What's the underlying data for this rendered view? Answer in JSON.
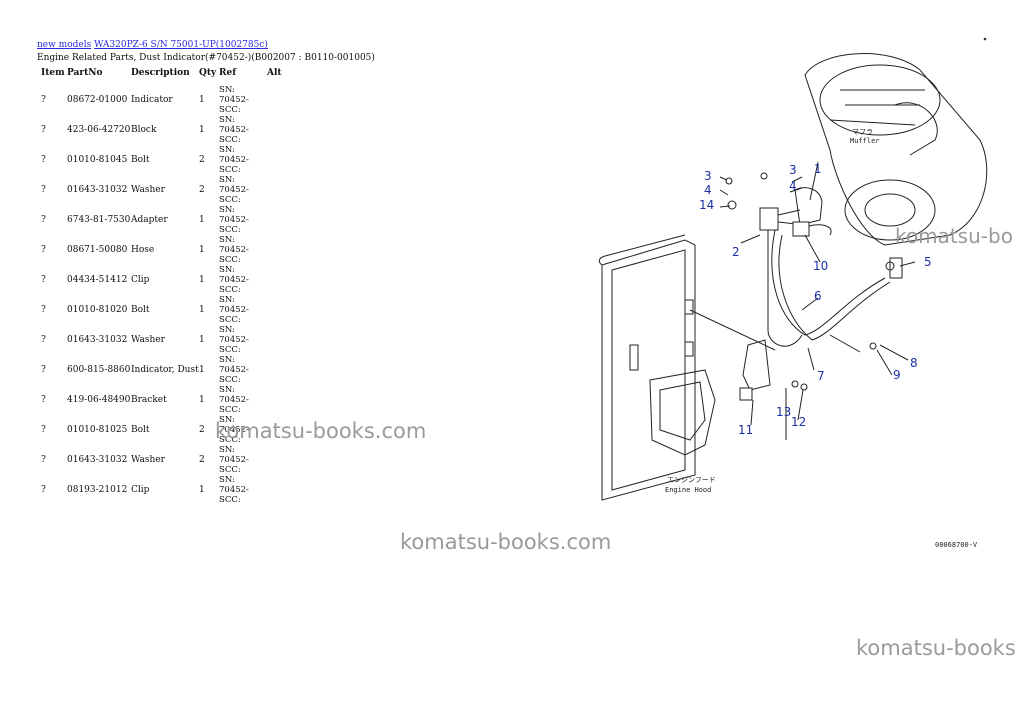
{
  "breadcrumb": {
    "link1": "new models",
    "link2": "WA320PZ-6 S/N 75001-UP(1002785c)"
  },
  "subtitle": "Engine Related Parts, Dust Indicator(#70452-)(B002007 : B0110-001005)",
  "table": {
    "headers": [
      "Item",
      "PartNo",
      "Description",
      "Qty",
      "Ref",
      "Alt"
    ],
    "rows": [
      {
        "item": "?",
        "part": "08672-01000",
        "desc": "Indicator",
        "qty": "1",
        "ref1": "SN: 70452-",
        "ref2": "SCC:"
      },
      {
        "item": "?",
        "part": "423-06-42720",
        "desc": "Block",
        "qty": "1",
        "ref1": "SN: 70452-",
        "ref2": "SCC:"
      },
      {
        "item": "?",
        "part": "01010-81045",
        "desc": "Bolt",
        "qty": "2",
        "ref1": "SN: 70452-",
        "ref2": "SCC:"
      },
      {
        "item": "?",
        "part": "01643-31032",
        "desc": "Washer",
        "qty": "2",
        "ref1": "SN: 70452-",
        "ref2": "SCC:"
      },
      {
        "item": "?",
        "part": "6743-81-7530",
        "desc": "Adapter",
        "qty": "1",
        "ref1": "SN: 70452-",
        "ref2": "SCC:"
      },
      {
        "item": "?",
        "part": "08671-50080",
        "desc": "Hose",
        "qty": "1",
        "ref1": "SN: 70452-",
        "ref2": "SCC:"
      },
      {
        "item": "?",
        "part": "04434-51412",
        "desc": "Clip",
        "qty": "1",
        "ref1": "SN: 70452-",
        "ref2": "SCC:"
      },
      {
        "item": "?",
        "part": "01010-81020",
        "desc": "Bolt",
        "qty": "1",
        "ref1": "SN: 70452-",
        "ref2": "SCC:"
      },
      {
        "item": "?",
        "part": "01643-31032",
        "desc": "Washer",
        "qty": "1",
        "ref1": "SN: 70452-",
        "ref2": "SCC:"
      },
      {
        "item": "?",
        "part": "600-815-8860",
        "desc": "Indicator, Dust",
        "qty": "1",
        "ref1": "SN: 70452-",
        "ref2": "SCC:"
      },
      {
        "item": "?",
        "part": "419-06-48490",
        "desc": "Bracket",
        "qty": "1",
        "ref1": "SN: 70452-",
        "ref2": "SCC:"
      },
      {
        "item": "?",
        "part": "01010-81025",
        "desc": "Bolt",
        "qty": "2",
        "ref1": "SN: 70452-",
        "ref2": "SCC:"
      },
      {
        "item": "?",
        "part": "01643-31032",
        "desc": "Washer",
        "qty": "2",
        "ref1": "SN: 70452-",
        "ref2": "SCC:"
      },
      {
        "item": "?",
        "part": "08193-21012",
        "desc": "Clip",
        "qty": "1",
        "ref1": "SN: 70452-",
        "ref2": "SCC:"
      }
    ]
  },
  "diagram": {
    "muffler_jp": "マフラ",
    "muffler_en": "Muffler",
    "hood_jp": "エンジンフード",
    "hood_en": "Engine Hood",
    "drawing_no": "00068700-V",
    "callouts": [
      "1",
      "2",
      "3",
      "3",
      "4",
      "4",
      "5",
      "6",
      "7",
      "8",
      "9",
      "10",
      "11",
      "12",
      "13",
      "14"
    ],
    "callout_color": "#1b2fa8"
  },
  "watermarks": [
    "komatsu-books.com",
    "komatsu-books.com",
    "komatsu-bo",
    "komatsu-books"
  ]
}
